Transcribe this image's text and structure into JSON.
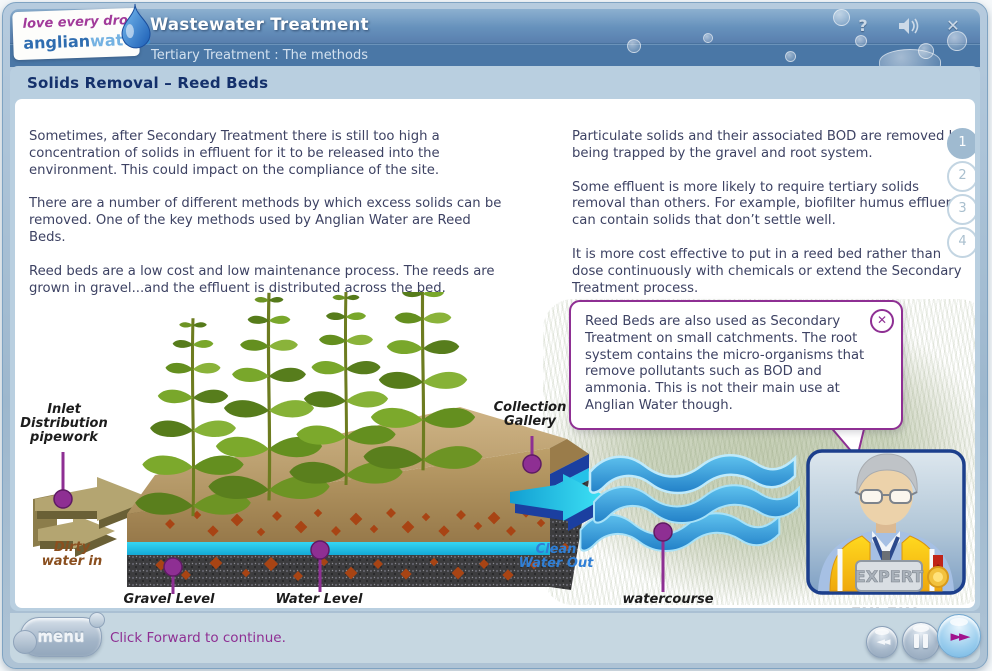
{
  "header": {
    "title": "Wastewater Treatment",
    "subtitle": "Tertiary Treatment : The methods",
    "logo": {
      "tagline": "love every drop",
      "brand_bold": "anglian",
      "brand_light": "water"
    },
    "icons": {
      "help_glyph": "?",
      "close_glyph": "✕"
    }
  },
  "page": {
    "title": "Solids Removal – Reed Beds"
  },
  "left_column": {
    "paragraphs": [
      "Sometimes, after Secondary Treatment there is still too high a concentration of solids in effluent for it to be released into the environment. This could impact on the compliance of the site.",
      "There are a number of different methods by which excess solids can be removed. One of the key methods used by Anglian Water are Reed Beds.",
      "Reed beds are a low cost and low maintenance process. The reeds are grown in gravel...and the effluent is distributed across the bed."
    ]
  },
  "right_column": {
    "paragraphs": [
      "Particulate solids and their associated BOD are removed by being trapped by the gravel and root system.",
      "Some effluent is more likely to require tertiary solids removal than others. For example, biofilter humus effluent can contain solids that don’t settle well.",
      "It is more cost effective to put in a reed bed rather than dose continuously with chemicals or extend the Secondary Treatment process."
    ]
  },
  "steps": [
    {
      "label": "1",
      "active": true
    },
    {
      "label": "2",
      "active": false
    },
    {
      "label": "3",
      "active": false
    },
    {
      "label": "4",
      "active": false
    }
  ],
  "callout": {
    "text": "Reed Beds are also used as Secondary Treatment on small catchments. The root system contains the micro-organisms that remove pollutants such as BOD and ammonia. This is not their main use at Anglian Water though.",
    "close_glyph": "✕"
  },
  "expert": {
    "label": "EXPERT"
  },
  "diagram": {
    "labels": {
      "inlet": "Inlet\nDistribution\npipework",
      "dirty": "Dirty\nwater in",
      "gravel": "Gravel Level",
      "water": "Water Level",
      "collection": "Collection\nGallery",
      "clean": "Clean\nWater Out",
      "watercourse": "watercourse"
    }
  },
  "footer": {
    "menu_label": "menu",
    "instruction": "Click Forward to continue.",
    "nav": {
      "back_glyph": "◄◄",
      "forward_glyph": "►►"
    }
  },
  "colors": {
    "accent_purple": "#8e2f93",
    "header_blue": "#5d88b4",
    "panel_blue": "#b9cfe0",
    "title_navy": "#14306b",
    "body_text": "#3d4263",
    "water_cyan": "#1fc4e8",
    "diamond_rust": "#a84414"
  }
}
